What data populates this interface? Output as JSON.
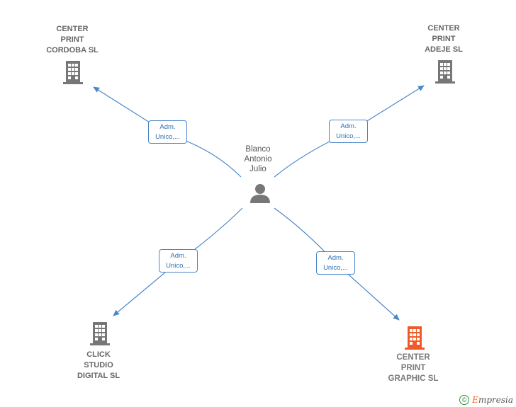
{
  "center": {
    "name": "Blanco\nAntonio\nJulio"
  },
  "companies": [
    {
      "id": "tl",
      "name": "CENTER\nPRINT\nCORDOBA  SL",
      "highlight": false
    },
    {
      "id": "tr",
      "name": "CENTER\nPRINT\nADEJE  SL",
      "highlight": false
    },
    {
      "id": "bl",
      "name": "CLICK\nSTUDIO\nDIGITAL  SL",
      "highlight": false
    },
    {
      "id": "br",
      "name": "CENTER\nPRINT\nGRAPHIC  SL",
      "highlight": true
    }
  ],
  "roles": [
    "Adm.\nUnico,...",
    "Adm.\nUnico,...",
    "Adm.\nUnico,...",
    "Adm.\nUnico,..."
  ],
  "colors": {
    "edge": "#4a86c8",
    "building": "#777777",
    "building_highlight": "#f05a28",
    "person": "#777777"
  },
  "footer": {
    "copyright": "©",
    "brand_first": "E",
    "brand_rest": "mpresia"
  }
}
